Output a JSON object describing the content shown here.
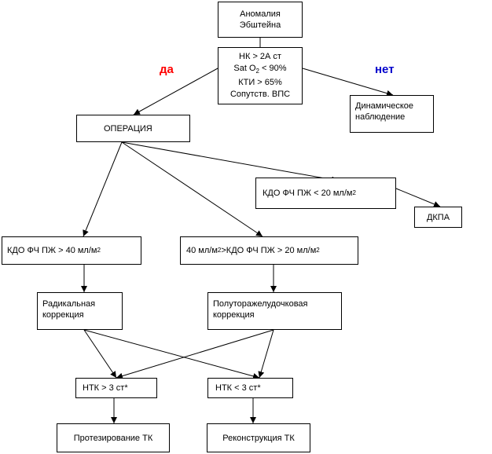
{
  "colors": {
    "yes": "#ff0000",
    "no": "#0000cc",
    "line": "#000000"
  },
  "labels": {
    "yes": "да",
    "no": "нет"
  },
  "nodes": {
    "root": "Аномалия\nЭбштейна",
    "criteria": {
      "l1": "НК > 2А ст",
      "l2_pre": "Sat O",
      "l2_sub": "2",
      "l2_post": " < 90%",
      "l3": "КТИ > 65%",
      "l4": "Сопутств. ВПС"
    },
    "observation": "Динамическое\nнаблюдение",
    "operation": "ОПЕРАЦИЯ",
    "kdo_low": {
      "text": "КДО ФЧ ПЖ < 20 мл/м",
      "sup": "2"
    },
    "dkpa": "ДКПА",
    "kdo_high": {
      "text": "КДО ФЧ ПЖ > 40 мл/м",
      "sup": "2"
    },
    "kdo_mid": {
      "pre": "40 мл/м",
      "sup1": "2",
      "mid": ">КДО ФЧ ПЖ > 20 мл/м",
      "sup2": "2"
    },
    "radical": "Радикальная\nкоррекция",
    "semi": "Полуторажелудочковая\nкоррекция",
    "ntk_gt": "НТК > 3 ст*",
    "ntk_lt": "НТК < 3 ст*",
    "prosthesis": "Протезирование ТК",
    "reconstruction": "Реконструкция ТК"
  }
}
